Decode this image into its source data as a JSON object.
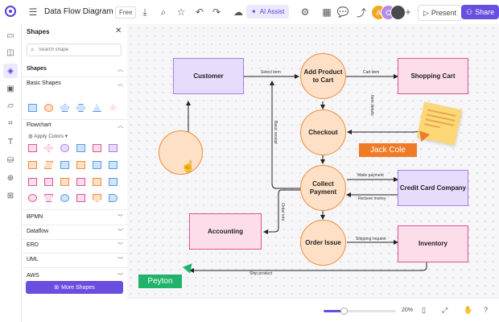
{
  "window": {
    "title": "Data Flow Diagram",
    "badge": "Free"
  },
  "toolbar": {
    "ai_assist_label": "AI Assist",
    "present_label": "Present",
    "share_label": "Share",
    "avatars": [
      {
        "initial": "A",
        "color": "#f5a623"
      },
      {
        "initial": "C",
        "color": "#b58be6"
      },
      {
        "initial": "",
        "color": "#4a4a4a"
      }
    ]
  },
  "panel": {
    "title": "Shapes",
    "search_placeholder": "Search shape",
    "sections": {
      "shapes": "Shapes",
      "basic_shapes": "Basic Shapes",
      "flowchart": "Flowchart",
      "apply_colors": "Apply Colors",
      "bpmn": "BPMN",
      "dataflow": "Dataflow",
      "erd": "ERD",
      "uml": "UML",
      "aws": "AWS"
    },
    "more_shapes_label": "More Shapes"
  },
  "diagram": {
    "nodes": {
      "customer": "Customer",
      "add_to_cart": "Add Product to Cart",
      "shopping_cart": "Shopping Cart",
      "checkout": "Checkout",
      "collect_payment": "Collect Payment",
      "credit_card": "Credit Card Company",
      "accounting": "Accounting",
      "order_issue": "Order Issue",
      "inventory": "Inventory"
    },
    "edge_labels": {
      "select_item": "Select item",
      "cart_item": "Cart item",
      "item_details": "Item details",
      "basic_receipt": "Basic receipt",
      "order_info": "Order info",
      "make_payment": "Make payment",
      "receive_money": "Recieve money",
      "shipping_request": "Shipping request",
      "ship_product": "Ship product"
    },
    "collaborators": {
      "jack": "Jack Cole",
      "peyton": "Peyton"
    },
    "colors": {
      "jack": "#f07b26",
      "peyton": "#1fb36b",
      "accent": "#6a4ee0"
    }
  },
  "statusbar": {
    "zoom_level": "20%",
    "zoom_fraction": 0.28
  }
}
